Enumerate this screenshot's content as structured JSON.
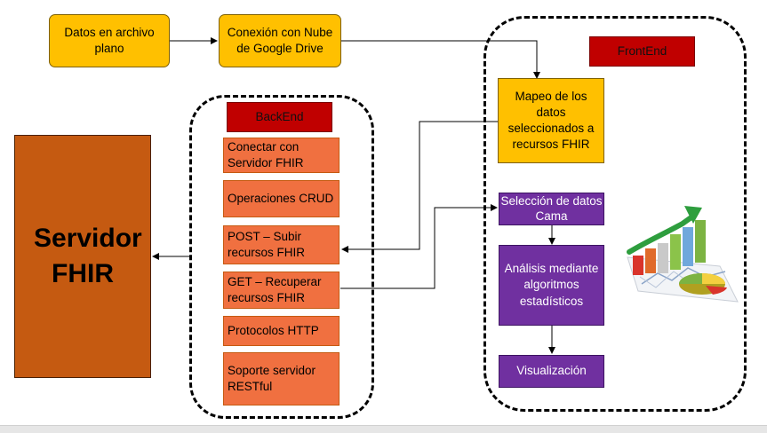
{
  "top": {
    "data_file": "Datos en archivo plano",
    "cloud": "Conexión con Nube de Google Drive"
  },
  "server": {
    "label": "Servidor FHIR"
  },
  "backend": {
    "title": "BackEnd",
    "items": [
      "Conectar con Servidor FHIR",
      "Operaciones CRUD",
      "POST – Subir recursos FHIR",
      "GET – Recuperar recursos FHIR",
      "Protocolos HTTP",
      "Soporte servidor RESTful"
    ]
  },
  "frontend": {
    "title": "FrontEnd",
    "mapping": "Mapeo de los datos seleccionados a recursos FHIR",
    "selection": "Selección de datos Cama",
    "analysis": "Análisis mediante algoritmos estadísticos",
    "visualization": "Visualización"
  },
  "icons": {
    "analytics": "analytics-chart-icon"
  },
  "colors": {
    "yellow": "#FFC000",
    "orange": "#F07040",
    "purple": "#7030A0",
    "red": "#C00000",
    "server": "#C55A11"
  }
}
